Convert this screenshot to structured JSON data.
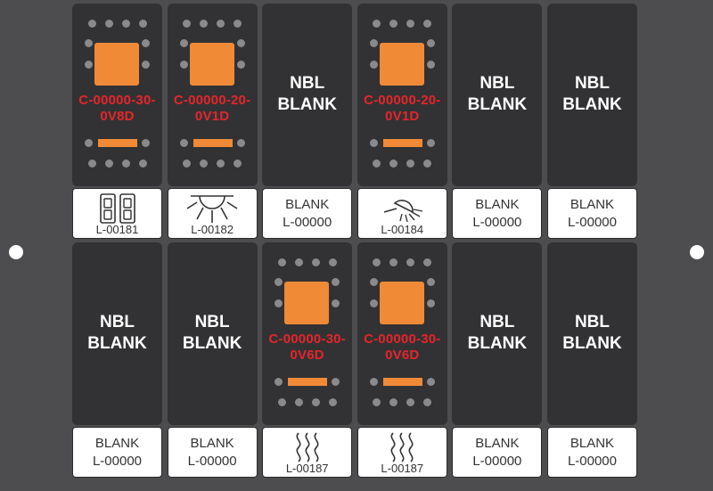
{
  "panel": {
    "row1": [
      {
        "type": "switch",
        "code_line1": "C-00000-30-",
        "code_line2": "0V8D",
        "label_icon": "seat-pair-icon",
        "label_text": "L-00181"
      },
      {
        "type": "switch",
        "code_line1": "C-00000-20-",
        "code_line2": "0V1D",
        "label_icon": "light-rays-icon",
        "label_text": "L-00182"
      },
      {
        "type": "blank",
        "nbl_line1": "NBL",
        "nbl_line2": "BLANK",
        "label_line1": "BLANK",
        "label_line2": "L-00000"
      },
      {
        "type": "switch",
        "code_line1": "C-00000-20-",
        "code_line2": "0V1D",
        "label_icon": "spotlight-icon",
        "label_text": "L-00184"
      },
      {
        "type": "blank",
        "nbl_line1": "NBL",
        "nbl_line2": "BLANK",
        "label_line1": "BLANK",
        "label_line2": "L-00000"
      },
      {
        "type": "blank",
        "nbl_line1": "NBL",
        "nbl_line2": "BLANK",
        "label_line1": "BLANK",
        "label_line2": "L-00000"
      }
    ],
    "row2": [
      {
        "type": "blank",
        "nbl_line1": "NBL",
        "nbl_line2": "BLANK",
        "label_line1": "BLANK",
        "label_line2": "L-00000"
      },
      {
        "type": "blank",
        "nbl_line1": "NBL",
        "nbl_line2": "BLANK",
        "label_line1": "BLANK",
        "label_line2": "L-00000"
      },
      {
        "type": "switch",
        "code_line1": "C-00000-30-",
        "code_line2": "0V6D",
        "label_icon": "heat-waves-icon",
        "label_text": "L-00187"
      },
      {
        "type": "switch",
        "code_line1": "C-00000-30-",
        "code_line2": "0V6D",
        "label_icon": "heat-waves-icon",
        "label_text": "L-00187"
      },
      {
        "type": "blank",
        "nbl_line1": "NBL",
        "nbl_line2": "BLANK",
        "label_line1": "BLANK",
        "label_line2": "L-00000"
      },
      {
        "type": "blank",
        "nbl_line1": "NBL",
        "nbl_line2": "BLANK",
        "label_line1": "BLANK",
        "label_line2": "L-00000"
      }
    ]
  },
  "colors": {
    "panel": "#4d4d4f",
    "switch": "#323234",
    "accent": "#f08a37",
    "code": "#e5252b"
  }
}
